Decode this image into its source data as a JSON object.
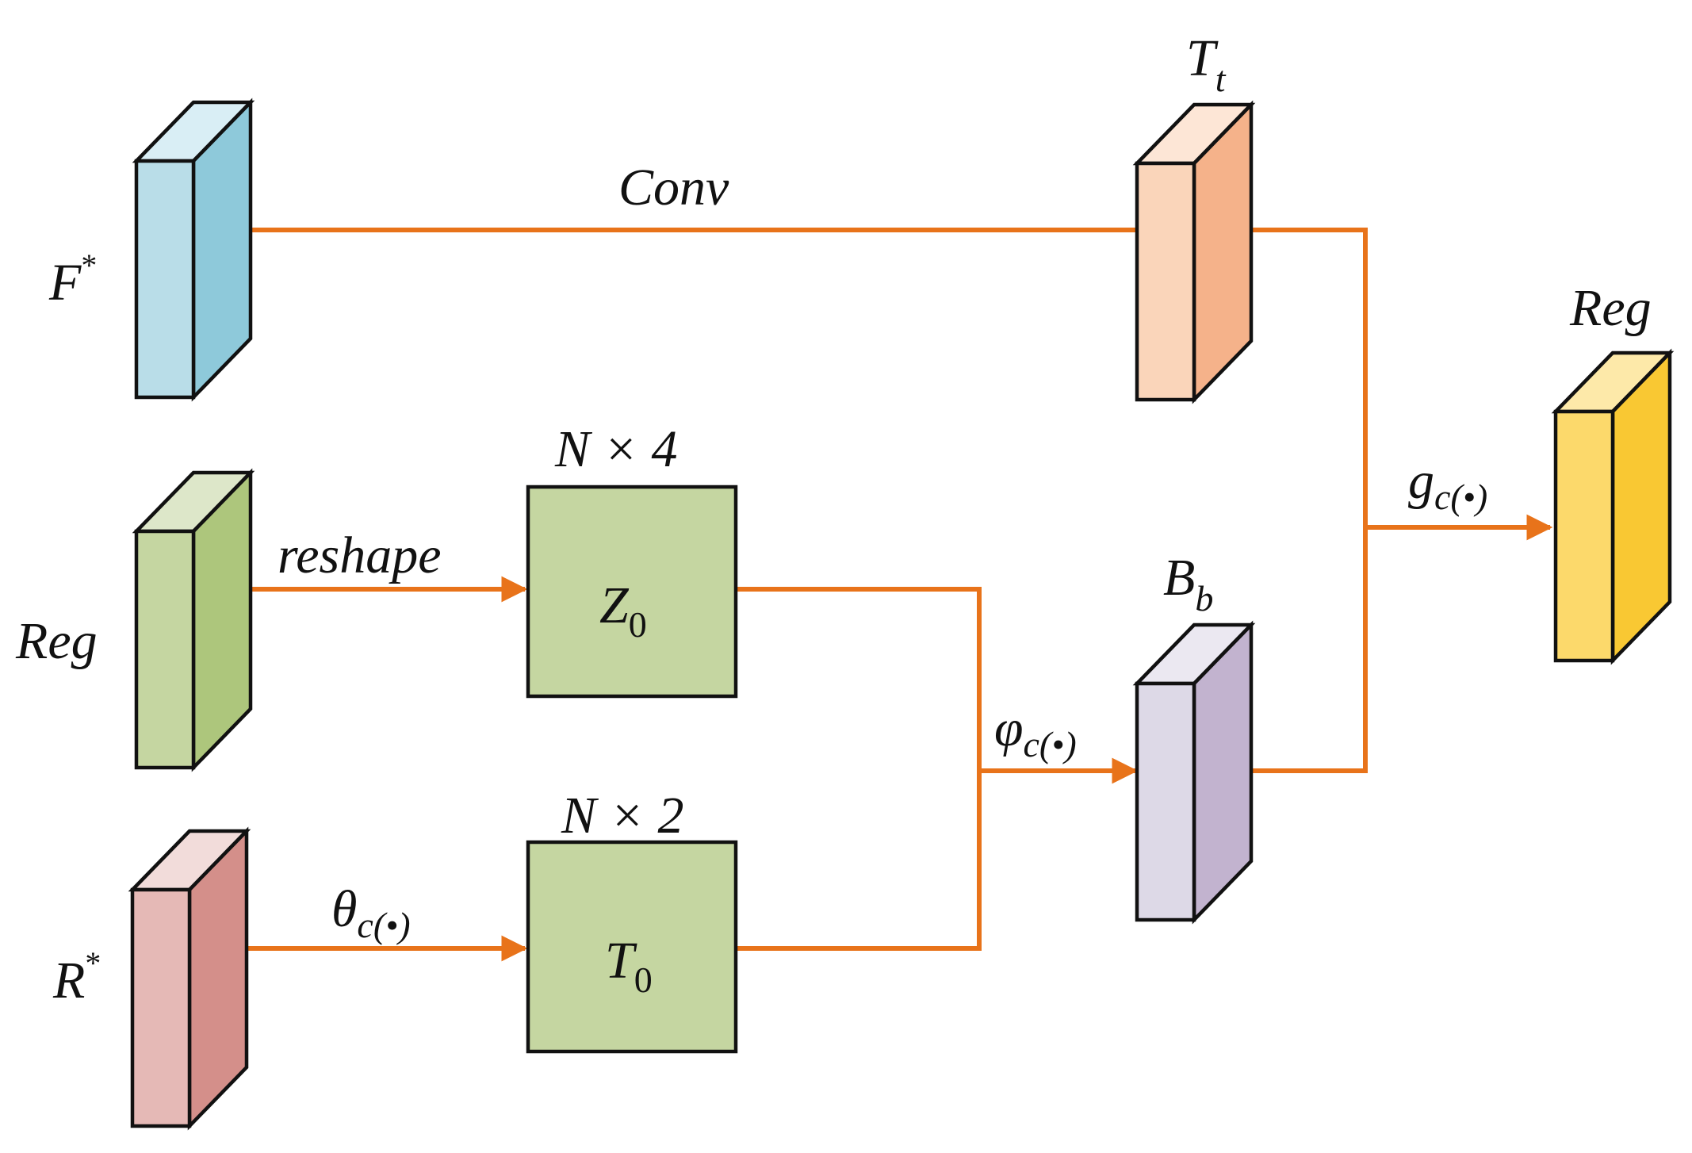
{
  "colors": {
    "edge": "#e8731a",
    "outline": "#111111",
    "f_front": "#b9dde8",
    "f_side": "#8ec9da",
    "f_top": "#d9eef5",
    "t_front": "#fad5ba",
    "t_side": "#f5b28a",
    "t_top": "#fde6d6",
    "reg_front": "#c5d6a1",
    "reg_side": "#adc67c",
    "reg_top": "#dde7c9",
    "r_front": "#e5b9b6",
    "r_side": "#d48f8a",
    "r_top": "#f2dcda",
    "b_front": "#ddd9e7",
    "b_side": "#c2b3cf",
    "b_top": "#ebe8f1",
    "out_front": "#fcd96b",
    "out_side": "#f9c833",
    "out_top": "#fde9a9",
    "square_fill": "#c5d6a1"
  },
  "nodes": {
    "f_star": {
      "main": "F",
      "sup": "*"
    },
    "reg_in": {
      "main": "Reg"
    },
    "r_star": {
      "main": "R",
      "sup": "*"
    },
    "t_t": {
      "main": "T",
      "sub": "t"
    },
    "b_b": {
      "main": "B",
      "sub": "b"
    },
    "reg_out": {
      "main": "Reg"
    },
    "z0": {
      "main": "Z",
      "sub": "0",
      "dims": "N × 4"
    },
    "t0": {
      "main": "T",
      "sub": "0",
      "dims": "N × 2"
    }
  },
  "edges": {
    "conv": {
      "label": "Conv"
    },
    "reshape": {
      "label": "reshape"
    },
    "theta": {
      "main": "θ",
      "sub": "c(•)"
    },
    "phi": {
      "main": "φ",
      "sub": "c(•)"
    },
    "g": {
      "main": "g",
      "sub": "c(•)"
    }
  }
}
